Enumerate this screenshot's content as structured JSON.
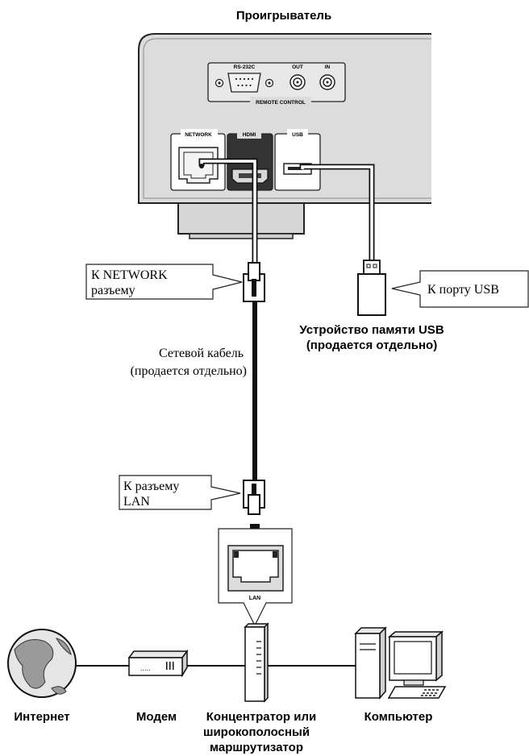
{
  "player_title": "Проигрыватель",
  "panel": {
    "rs232c": "RS-232C",
    "out": "OUT",
    "in": "IN",
    "remote_control": "REMOTE CONTROL",
    "network": "NETWORK",
    "hdmi": "HDMI",
    "usb": "USB"
  },
  "callouts": {
    "network_line1": "К NETWORK",
    "network_line2": "разъему",
    "usb_port": "К порту USB",
    "lan_line1": "К разъему",
    "lan_line2": "LAN"
  },
  "usb_device": {
    "line1": "Устройство памяти USB",
    "line2": "(продается отдельно)"
  },
  "cable": {
    "line1": "Сетевой кабель",
    "line2": "(продается отдельно)"
  },
  "lan_label": "LAN",
  "devices": {
    "internet": "Интернет",
    "modem": "Модем",
    "router_line1": "Концентратор или",
    "router_line2": "широкополосный",
    "router_line3": "маршрутизатор",
    "computer": "Компьютер"
  }
}
